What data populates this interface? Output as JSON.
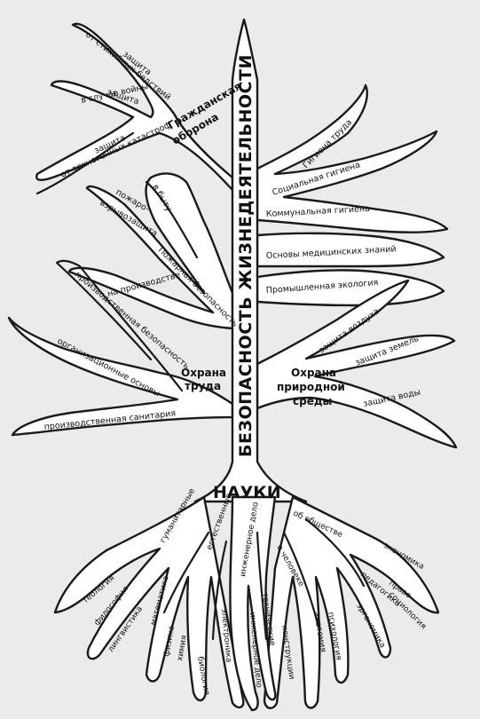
{
  "title": "БЕЗОПАСНОСТЬ ЖИЗНЕДЕЯТЕЛЬНОСТИ",
  "roots_label": "НАУКИ",
  "left_branches": {
    "civil_defense": "Гражданская оборона",
    "civil_defense_line1": "Гражданская",
    "civil_defense_line2": "оборона",
    "disasters": "защита от стихийных бедствий",
    "disasters_line1": "защита",
    "disasters_line2": "от стихийных бедствий",
    "war": "защита в случае войны",
    "war_line1": "защита",
    "war_line2": "в случае войны",
    "tech": "защита от техногенных катастроф",
    "tech_line1": "защита",
    "tech_line2": "от техногенных катастроф",
    "explosion": "пожаро-взрывозащита",
    "explosion_line1": "пожаро-",
    "explosion_line2": "взрывозащита",
    "home": "в быту",
    "fire_safety": "Пожарная безопасность",
    "at_work": "на производстве",
    "industrial_safety": "производственная безопасность",
    "organizational": "организационные основы",
    "labor_protection": "Охрана труда",
    "labor_protection_line1": "Охрана",
    "labor_protection_line2": "труда",
    "sanitation": "производственная санитария"
  },
  "right_branches": {
    "labor_hygiene": "Гигиена труда",
    "social_hygiene": "Социальная гигиена",
    "communal_hygiene": "Коммунальная гигиена",
    "medical_basics": "Основы медицинских знаний",
    "industrial_ecology": "Промышленная экология",
    "air": "защита воздуха",
    "land": "защита земель",
    "water": "защита воды",
    "nature_protection": "Охрана природной среды",
    "nature_line1": "Охрана",
    "nature_line2": "природной",
    "nature_line3": "среды"
  },
  "roots": {
    "humanitarian": "гуманитарные",
    "natural": "естественные",
    "engineering": "инженерное дело",
    "about_human": "о человеке",
    "about_society": "об обществе",
    "theology": "теология",
    "philosophy": "философия",
    "linguistics": "лингвистика",
    "mathematics": "математика",
    "physics": "физика",
    "chemistry": "химия",
    "biology": "биология",
    "electronics": "электроника",
    "engineering_research": "инженерное дело",
    "technical": "технические",
    "constructions": "конструкции",
    "anatomy": "анатомия",
    "psychology": "психология",
    "ergonomics": "эргономика",
    "pedagogy": "педагогика",
    "sociology": "социология",
    "law": "право",
    "economics": "экономика"
  },
  "colors": {
    "ink": "#1a1a1a",
    "paper": "#ffffff",
    "background": "#ebebeb"
  }
}
